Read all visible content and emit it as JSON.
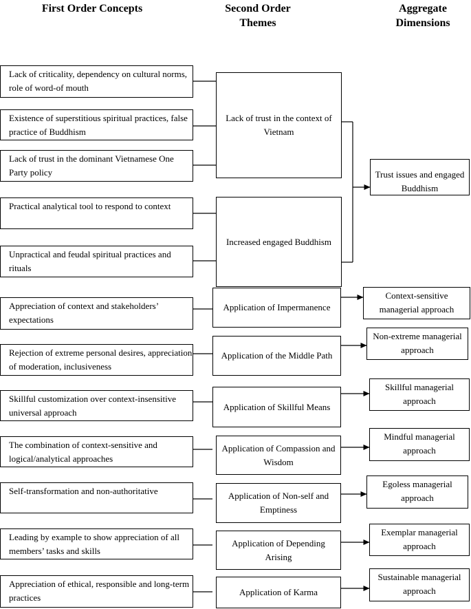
{
  "headers": {
    "first_order": "First Order Concepts",
    "second_order": "Second Order Themes",
    "aggregate": "Aggregate Dimensions"
  },
  "first_order": [
    "Lack of criticality, dependency on cultural norms, role of word-of mouth",
    "Existence of superstitious spiritual practices, false practice of Buddhism",
    "Lack of trust in the dominant Vietnamese One Party policy",
    "Practical analytical tool to respond to context",
    "Unpractical and feudal spiritual practices and rituals",
    "Appreciation of context and stakeholders’ expectations",
    "Rejection of extreme personal desires, appreciation of moderation, inclusiveness",
    "Skillful customization over context-insensitive universal approach",
    "The combination of context-sensitive and logical/analytical approaches",
    "Self-transformation and non-authoritative",
    "Leading by example to show appreciation of all members’ tasks and skills",
    "Appreciation of ethical, responsible and long-term practices"
  ],
  "second_order": [
    "Lack of trust in the context of Vietnam",
    "Increased engaged Buddhism",
    "Application of Impermanence",
    "Application of the Middle Path",
    "Application of Skillful Means",
    "Application of Compassion and Wisdom",
    "Application of Non-self and Emptiness",
    "Application of Depending Arising",
    "Application of Karma"
  ],
  "aggregate": [
    "Trust issues and engaged Buddhism",
    "Context-sensitive managerial approach",
    "Non-extreme managerial approach",
    "Skillful managerial approach",
    "Mindful managerial approach",
    "Egoless managerial approach",
    "Exemplar managerial approach",
    "Sustainable managerial approach"
  ]
}
